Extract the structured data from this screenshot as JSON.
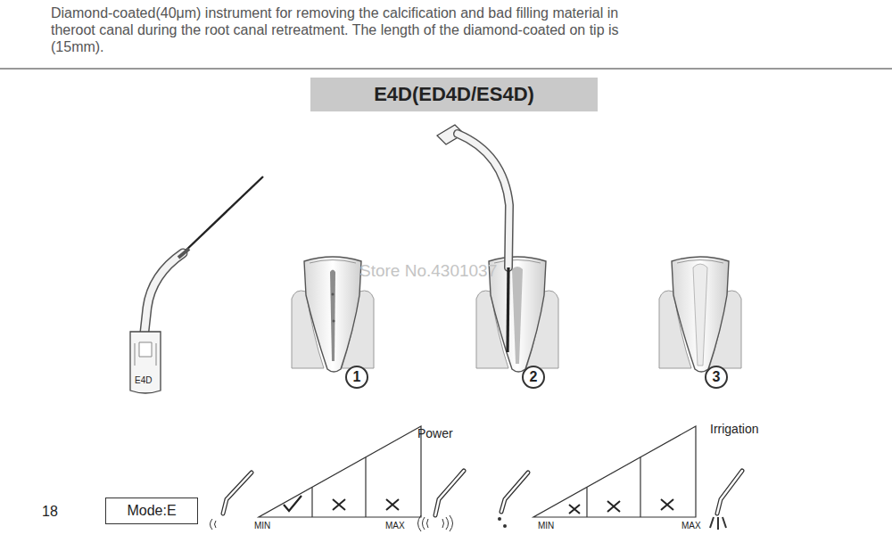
{
  "diagram": {
    "nodes": [
      {
        "text": [
          "E4D(ED4D/ES4D)"
        ]
      },
      {
        "text": [
          "1"
        ]
      },
      {
        "text": [
          "2"
        ]
      },
      {
        "text": [
          "3"
        ]
      },
      {
        "text": [
          "Mode:E"
        ]
      }
    ],
    "labels": [
      "Diamond-coated(40μm) instrument for removing the calcification and bad filling material in theroot canal during the root canal retreatment. The length of the diamond-coated on tip is (15mm).",
      "E4D",
      "Store No.4301037",
      "Power",
      "MIN",
      "MAX",
      "Irrigation",
      "MIN",
      "MAX",
      "18"
    ]
  }
}
